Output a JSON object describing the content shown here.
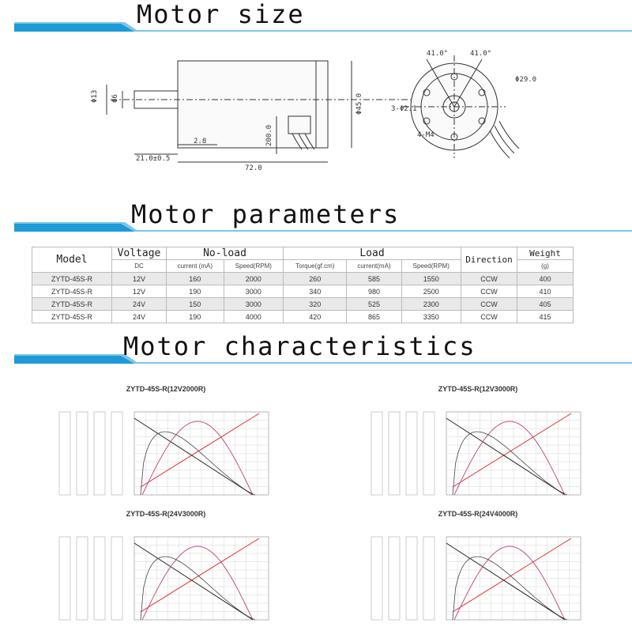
{
  "banners": {
    "size": "Motor size",
    "parameters": "Motor parameters",
    "characteristics": "Motor characteristics"
  },
  "colors": {
    "banner_blue": "#1e9ad6",
    "banner_light": "#7cc6ea",
    "curve_red": "#e0302a",
    "curve_pink": "#c0508a",
    "curve_black": "#222222"
  },
  "drawing": {
    "dims": [
      "Φ13",
      "Φ6",
      "21.0±0.5",
      "2.8",
      "72.0",
      "200.0",
      "Φ45.0",
      "41.0°",
      "41.0°",
      "Φ29.0",
      "3-Φ2.1",
      "4-M4"
    ]
  },
  "table": {
    "headers": {
      "model": "Model",
      "voltage": "Voltage",
      "no_load": "No-load",
      "load": "Load",
      "direction": "Direction",
      "weight": "Weight"
    },
    "subheaders": {
      "dc": "DC",
      "nl_current": "current (mA)",
      "nl_speed": "Speed(RPM)",
      "torque": "Torque(gf.cm)",
      "l_current": "current(mA)",
      "l_speed": "Speed(RPM)",
      "g": "(g)"
    },
    "rows": [
      [
        "ZYTD-45S-R",
        "12V",
        "160",
        "2000",
        "260",
        "585",
        "1550",
        "CCW",
        "400"
      ],
      [
        "ZYTD-45S-R",
        "12V",
        "190",
        "3000",
        "340",
        "980",
        "2500",
        "CCW",
        "410"
      ],
      [
        "ZYTD-45S-R",
        "24V",
        "150",
        "3000",
        "320",
        "525",
        "2300",
        "CCW",
        "405"
      ],
      [
        "ZYTD-45S-R",
        "24V",
        "190",
        "4000",
        "420",
        "865",
        "3350",
        "CCW",
        "415"
      ]
    ]
  },
  "charts": [
    {
      "title": "ZYTD-45S-R(12V2000R)"
    },
    {
      "title": "ZYTD-45S-R(12V3000R)"
    },
    {
      "title": "ZYTD-45S-R(24V3000R)"
    },
    {
      "title": "ZYTD-45S-R(24V4000R)"
    }
  ]
}
